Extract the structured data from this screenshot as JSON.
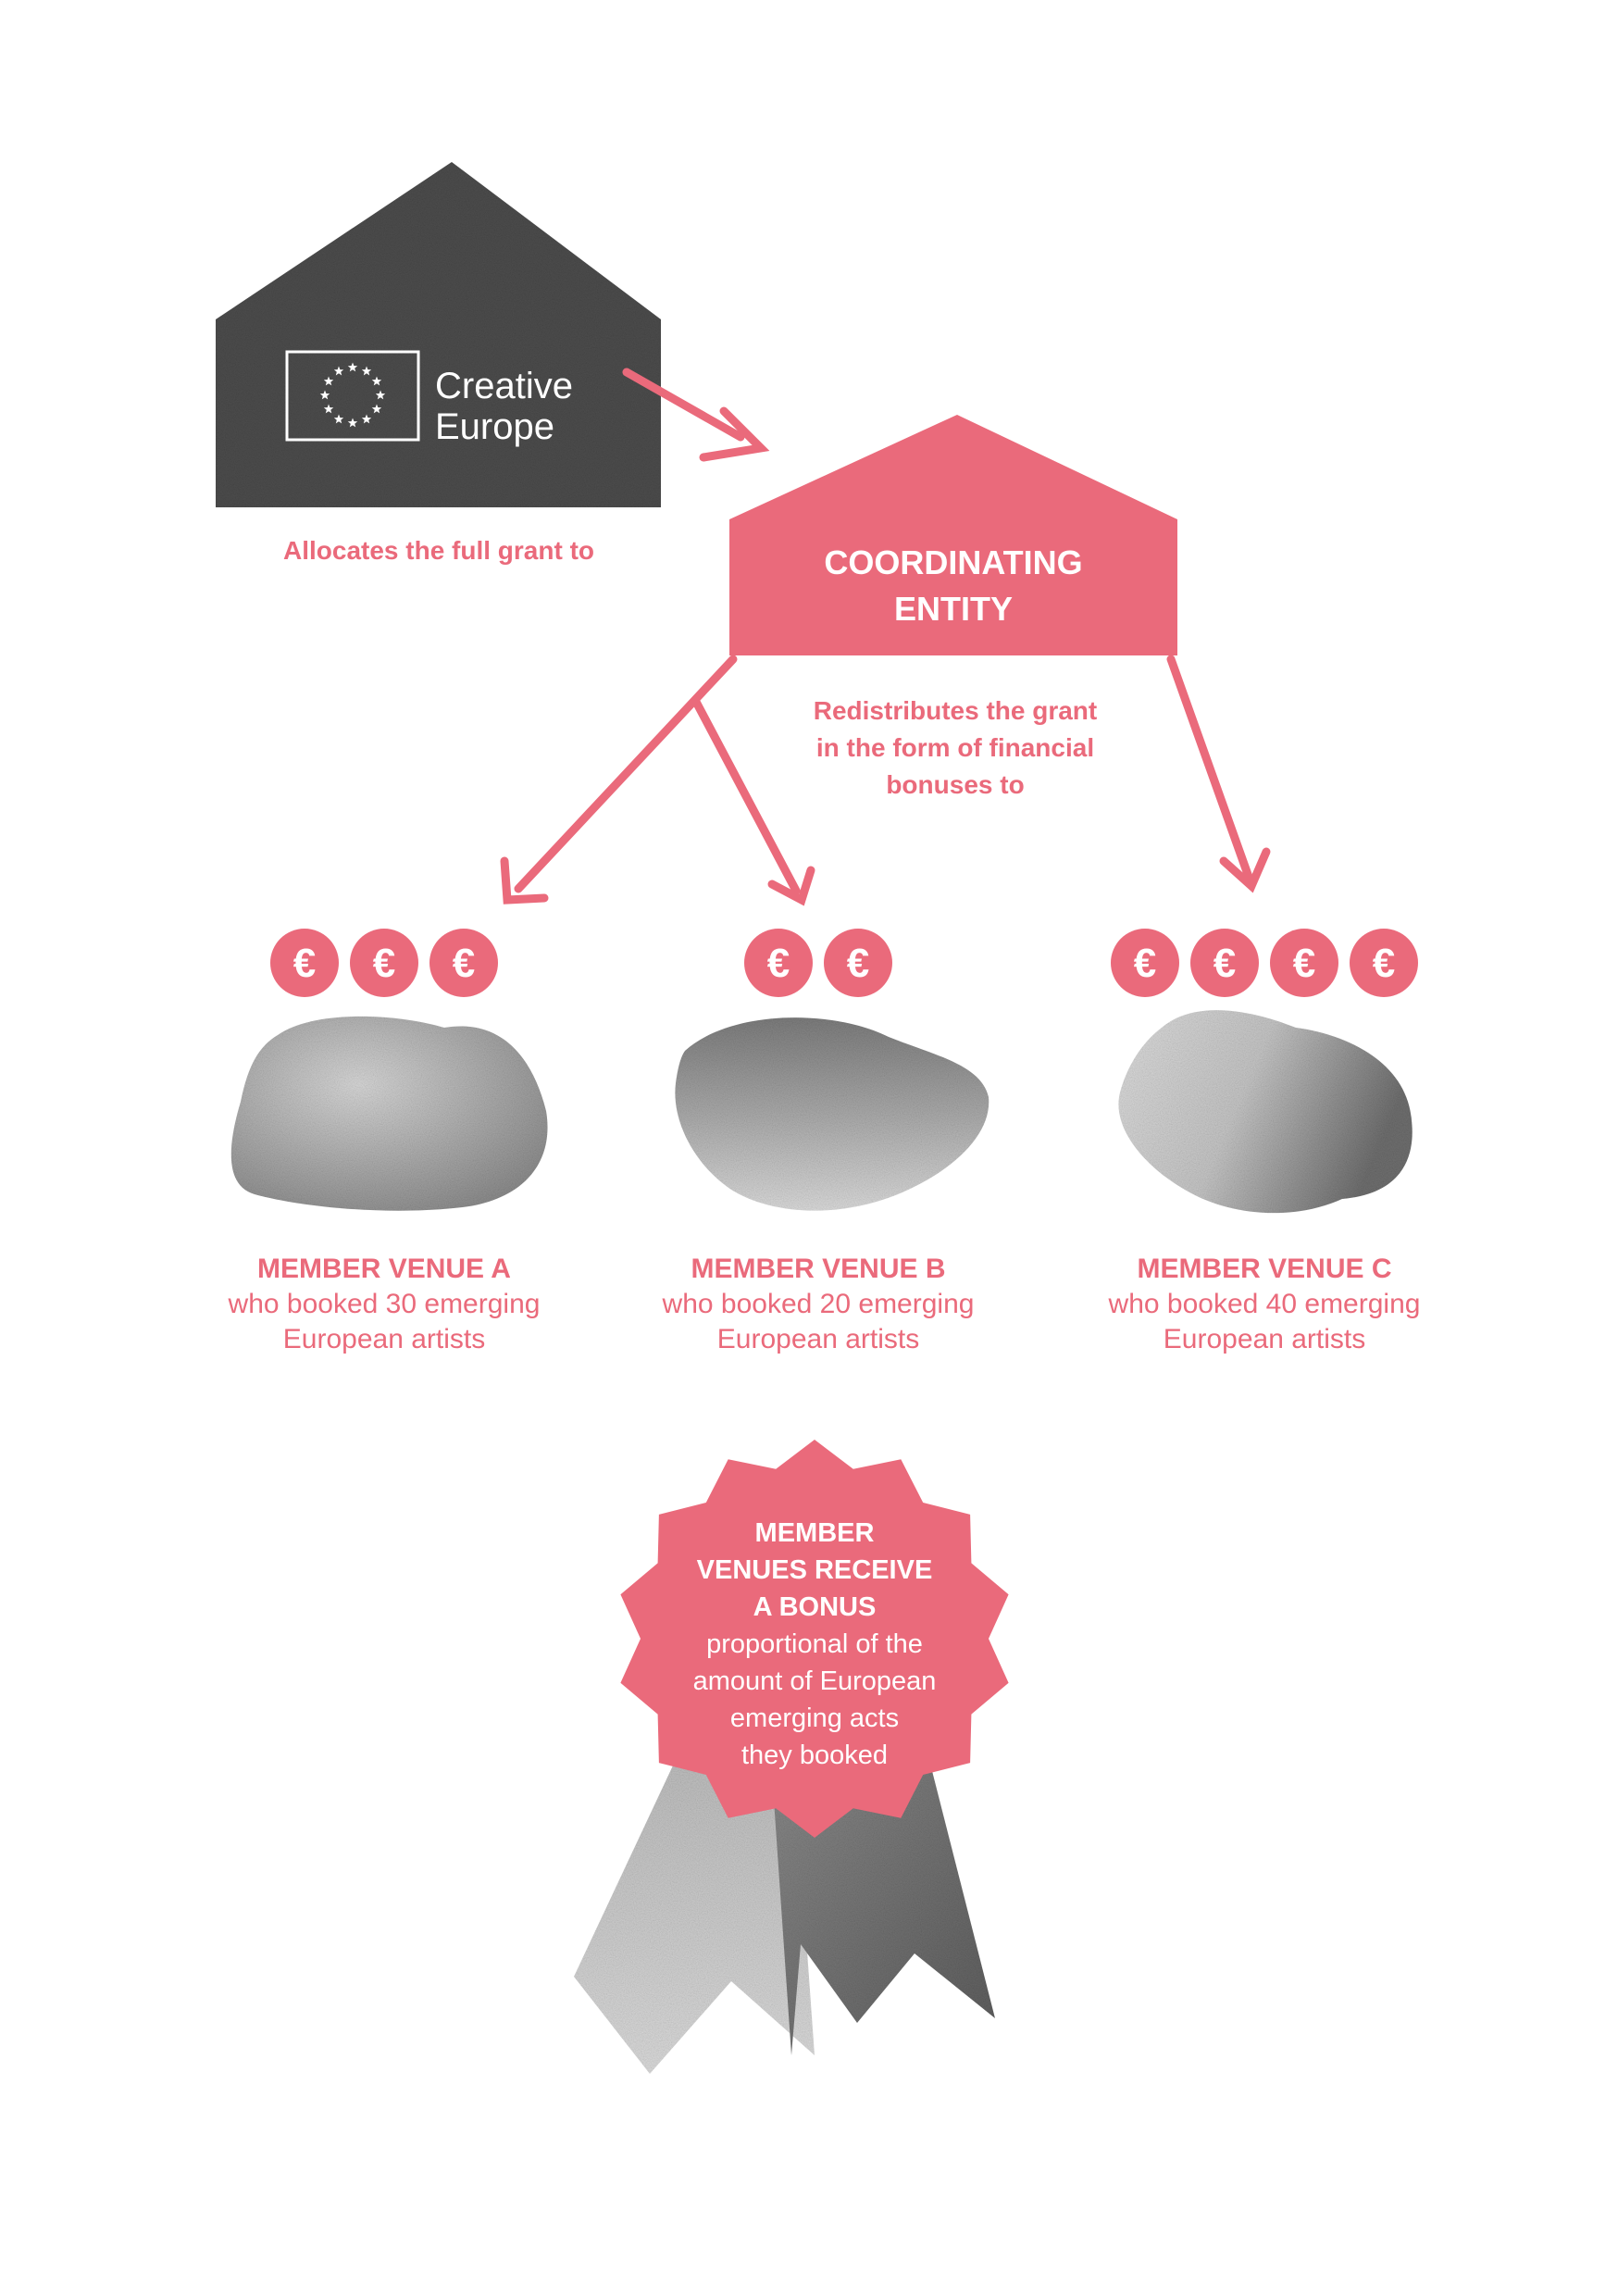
{
  "colors": {
    "accent": "#ea6a7b",
    "dark_texture": "#4a4a4a",
    "white": "#ffffff"
  },
  "creative_europe": {
    "logo_line1": "Creative",
    "logo_line2": "Europe",
    "caption": "Allocates the full grant to"
  },
  "coordinating_entity": {
    "line1": "COORDINATING",
    "line2": "ENTITY",
    "caption_line1": "Redistributes the grant",
    "caption_line2": "in the form of financial",
    "caption_line3": "bonuses to"
  },
  "euro_symbol": "€",
  "venues": [
    {
      "title": "MEMBER VENUE A",
      "line1": "who booked 30 emerging",
      "line2": "European artists",
      "euro_count": 3
    },
    {
      "title": "MEMBER VENUE B",
      "line1": "who booked 20 emerging",
      "line2": "European artists",
      "euro_count": 2
    },
    {
      "title": "MEMBER VENUE C",
      "line1": "who booked 40 emerging",
      "line2": "European artists",
      "euro_count": 4
    }
  ],
  "badge": {
    "line1": "MEMBER",
    "line2": "VENUES RECEIVE",
    "line3_prefix": "A ",
    "line3_bold": "BONUS",
    "line4": "proportional of the",
    "line5": "amount of European",
    "line6": "emerging acts",
    "line7": "they booked"
  }
}
